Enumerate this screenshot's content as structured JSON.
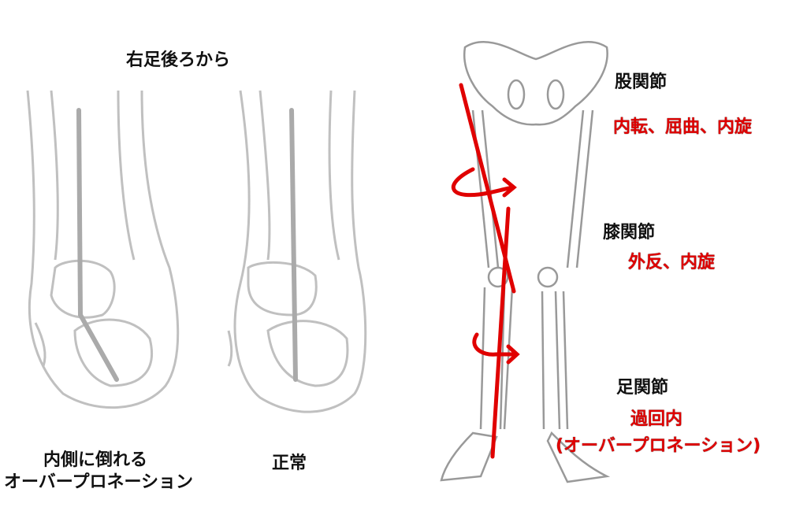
{
  "left_panel": {
    "title": "右足後ろから",
    "overpronation_caption_1": "内側に倒れる",
    "overpronation_caption_2": "オーバープロネーション",
    "normal_caption": "正常"
  },
  "right_panel": {
    "hip": {
      "title": "股関節",
      "motion": "内転、屈曲、内旋"
    },
    "knee": {
      "title": "膝関節",
      "motion": "外反、内旋"
    },
    "ankle": {
      "title": "足関節",
      "motion": "過回内",
      "motion_sub": "(オーバープロネーション)"
    }
  },
  "colors": {
    "accent": "#e00000",
    "line": "#b0b0b0",
    "bone": "#999999"
  }
}
